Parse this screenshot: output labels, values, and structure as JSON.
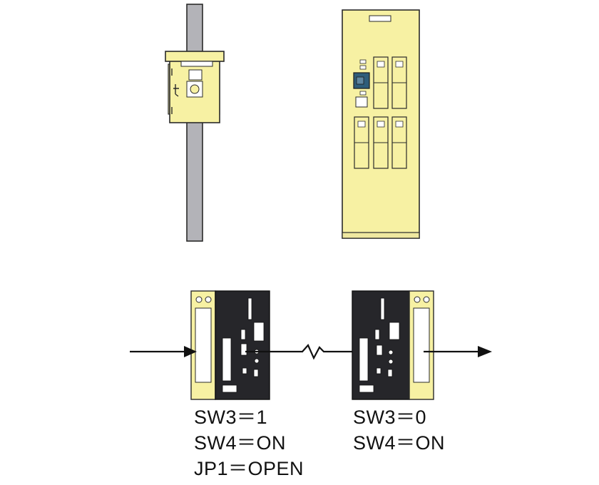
{
  "colors": {
    "panel_fill": "#f7f1a3",
    "outline": "#2a2a2a",
    "pole_fill": "#b3b3b8",
    "dark_board": "#26262a",
    "indicator": "#2f5d7a",
    "background": "#ffffff"
  },
  "modules": {
    "left": {
      "settings": [
        "SW3＝1",
        "SW4＝ON",
        "JP1＝OPEN"
      ]
    },
    "right": {
      "settings": [
        "SW3＝0",
        "SW4＝ON"
      ]
    }
  }
}
